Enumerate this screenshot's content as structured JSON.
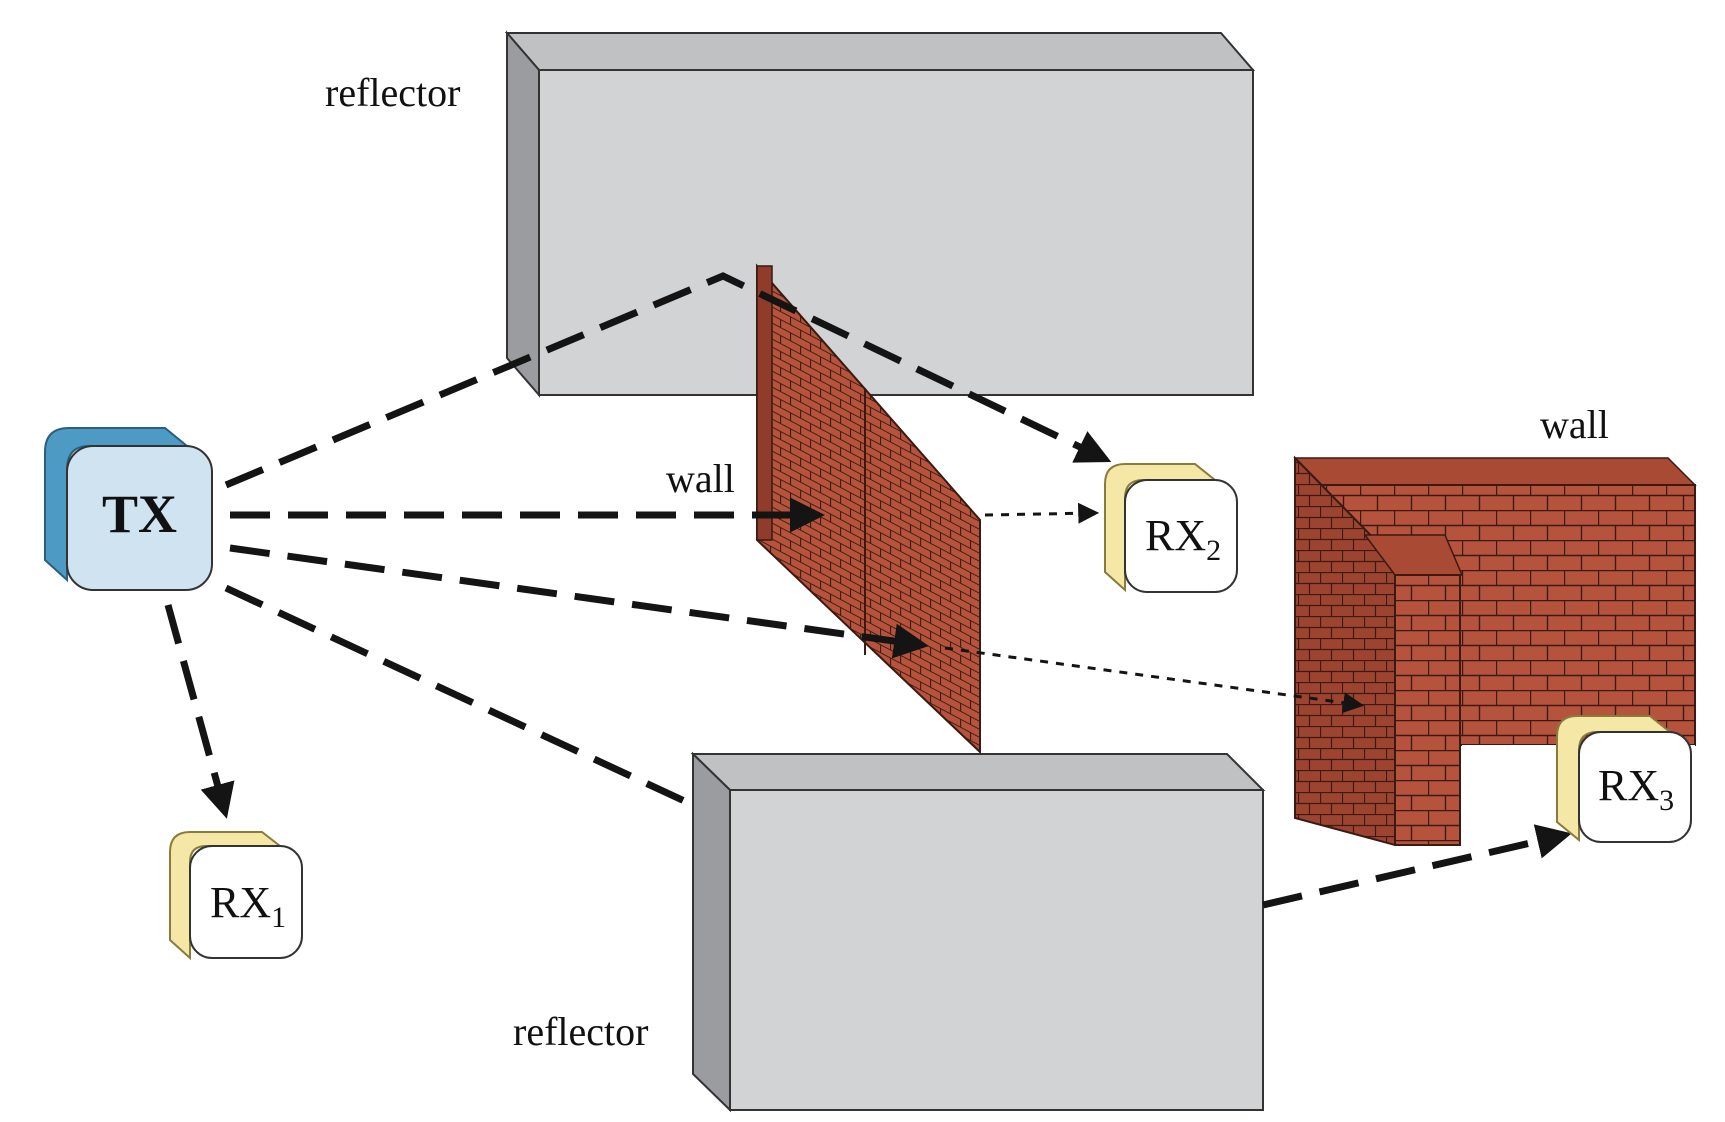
{
  "labels": {
    "reflector_top": "reflector",
    "reflector_bottom": "reflector",
    "wall_middle": "wall",
    "wall_right": "wall",
    "transmitter": "TX",
    "rx1_base": "RX",
    "rx1_sub": "1",
    "rx2_base": "RX",
    "rx2_sub": "2",
    "rx3_base": "RX",
    "rx3_sub": "3"
  },
  "colors": {
    "reflector_front": "#d1d3d4",
    "reflector_side": "#9a9c9f",
    "reflector_top": "#bfc1c3",
    "brick": "#b5533c",
    "brick_dark": "#8f3d2a",
    "mortar": "#3a1a12",
    "tx_front": "#cfe4f0",
    "tx_side": "#4d9ac4",
    "rx_front": "#ffffff",
    "rx_side": "#f5e7a6",
    "arrow": "#141414"
  },
  "icons": {
    "transmitter": "transmitter-box-icon",
    "receiver": "receiver-box-icon",
    "brick_wall": "brick-wall-icon",
    "reflector": "reflector-slab-icon"
  }
}
